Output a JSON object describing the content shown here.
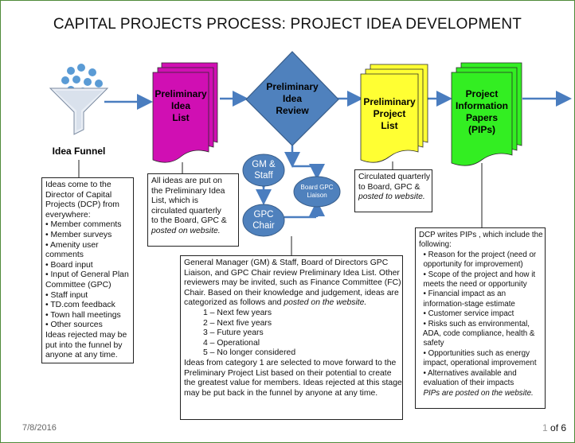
{
  "title": "CAPITAL PROJECTS PROCESS:  PROJECT IDEA DEVELOPMENT",
  "colors": {
    "arrow": "#4a7dbf",
    "diamond": "#4f81bd",
    "magenta_doc": "#d00fb3",
    "yellow_doc": "#ffff33",
    "green_doc": "#33ee22",
    "oval": "#4f81bd",
    "funnel": "#5a9bd5"
  },
  "funnel": {
    "icon": "funnel-icon",
    "label": "Idea Funnel"
  },
  "preliminary_idea_list": {
    "label_lines": [
      "Preliminary",
      "Idea",
      "List"
    ]
  },
  "preliminary_idea_review": {
    "label_lines": [
      "Preliminary",
      "Idea",
      "Review"
    ]
  },
  "preliminary_project_list": {
    "label_lines": [
      "Preliminary",
      "Project",
      "List"
    ]
  },
  "pips": {
    "label_lines": [
      "Project",
      "Information",
      "Papers",
      "(PIPs)"
    ]
  },
  "reviewers": {
    "gm_staff": [
      "GM &",
      "Staff"
    ],
    "board_liaison": [
      "Board GPC",
      "Liaison"
    ],
    "gpc_chair": [
      "GPC",
      "Chair"
    ]
  },
  "funnel_box": {
    "lines": [
      "Ideas come to the",
      "Director of Capital",
      "Projects (DCP) from",
      "everywhere:",
      "• Member comments",
      "• Member surveys",
      "• Amenity user",
      "comments",
      "• Board input",
      "• Input of General Plan",
      "Committee (GPC)",
      "• Staff input",
      "• TD.com feedback",
      "• Town hall meetings",
      "• Other sources",
      "Ideas rejected may be",
      "put into the funnel by",
      "anyone at any time."
    ]
  },
  "idea_list_box": {
    "lines": [
      "All ideas are put on",
      "the Preliminary Idea",
      "List, which is",
      "circulated quarterly",
      "to the Board, GPC &"
    ],
    "italic_line": "posted on website."
  },
  "project_list_box": {
    "lines": [
      "Circulated quarterly",
      "to Board, GPC &"
    ],
    "italic_line": "posted  to website."
  },
  "review_box": {
    "lines_before": [
      "General Manager (GM) & Staff, Board of Directors GPC",
      "Liaison, and GPC Chair review Preliminary Idea List. Other",
      "reviewers may be invited, such as Finance Committee (FC)",
      "Chair. Based on their knowledge and judgement, ideas are"
    ],
    "categorized_prefix": "categorized as follows and ",
    "categorized_italic": "posted on the website.",
    "categories": [
      "1 – Next few years",
      "2 – Next five years",
      "3 – Future years",
      "4 – Operational",
      "5 – No longer considered"
    ],
    "lines_after": [
      "Ideas from category 1 are selected to move forward to the",
      "Preliminary Project List based on their potential to create",
      "the greatest value for members. Ideas rejected at this stage",
      "may be put back in the funnel by anyone at any time."
    ]
  },
  "pips_box": {
    "lines": [
      "DCP writes PIPs , which include the",
      "following:",
      "  • Reason for the project (need or",
      "  opportunity for improvement)",
      "  • Scope of the project and how it",
      "  meets the need or opportunity",
      "  • Financial impact as an",
      "  information-stage estimate",
      "  • Customer service impact",
      "  • Risks such as environmental,",
      "  ADA, code compliance, health &",
      "  safety",
      "  • Opportunities such as energy",
      "  impact, operational improvement",
      "  • Alternatives available and",
      "  evaluation of their impacts"
    ],
    "italic_line": "  PIPs are posted on the website."
  },
  "footer": {
    "date": "7/8/2016",
    "page": "1",
    "of": "of 6"
  }
}
